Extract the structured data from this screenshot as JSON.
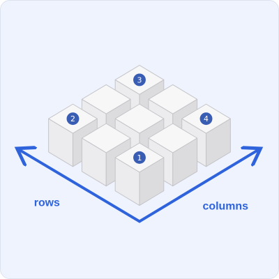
{
  "diagram": {
    "grid": {
      "rows": 3,
      "columns": 3
    },
    "axes": {
      "rows_label": "rows",
      "columns_label": "columns"
    },
    "badges": [
      {
        "label": "1",
        "row": 1,
        "col": 1
      },
      {
        "label": "2",
        "row": 3,
        "col": 1
      },
      {
        "label": "3",
        "row": 3,
        "col": 3
      },
      {
        "label": "4",
        "row": 1,
        "col": 3
      }
    ],
    "colors": {
      "background": "#eef3fe",
      "axis": "#2e63dc",
      "cube_top": "#f7f7f8",
      "cube_left": "#ececee",
      "cube_right": "#dcdcdf",
      "cube_edge": "#c4c4c8",
      "badge_fill": "#3a5db4",
      "badge_text": "#ffffff"
    }
  }
}
